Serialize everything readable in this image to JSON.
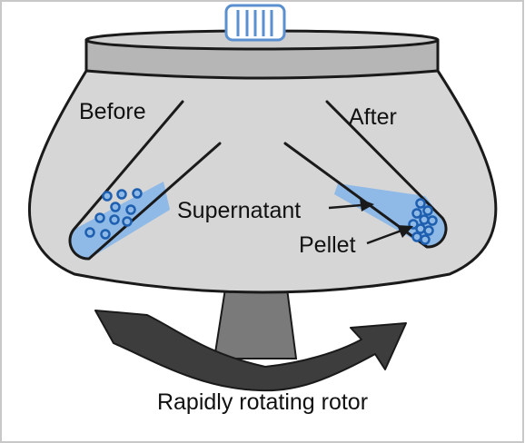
{
  "labels": {
    "before": "Before",
    "after": "After",
    "supernatant": "Supernatant",
    "pellet": "Pellet",
    "caption": "Rapidly rotating rotor"
  },
  "colors": {
    "rotor": "#d6d6d6",
    "lid": "#b6b6b6",
    "stand": "#7a7a7a",
    "arrow": "#3d3d3d",
    "liquid": "#8fb9e6",
    "particle": "#1e5fb0",
    "cap": "#5a8fd0",
    "outline": "#1a1a1a"
  },
  "icons": {
    "rotation_arrow": "curved-arrow-icon",
    "cap": "tube-cap-icon"
  }
}
